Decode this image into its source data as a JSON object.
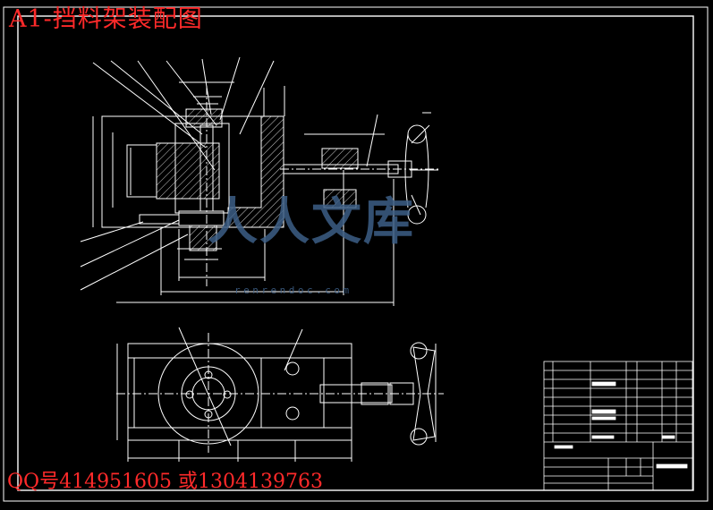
{
  "drawing": {
    "title": "A1-挡料架装配图",
    "contact": "QQ号414951605 或1304139763"
  },
  "watermark": {
    "logo_text": "人人文库",
    "url": "renrendoc.com"
  },
  "colors": {
    "background": "#000000",
    "lines": "#ffffff",
    "title_red": "#ff2a2a",
    "watermark_blue": "#3d5f86"
  }
}
